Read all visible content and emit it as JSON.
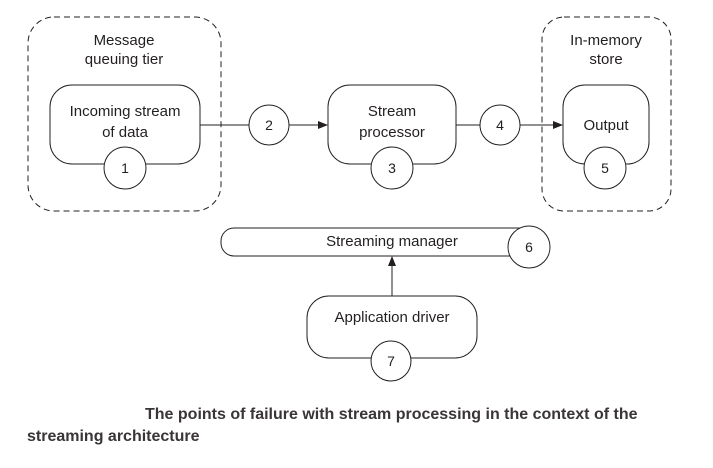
{
  "tiers": {
    "message_queuing": [
      "Message",
      "queuing tier"
    ],
    "in_memory_store": [
      "In-memory",
      "store"
    ]
  },
  "boxes": {
    "incoming_stream": [
      "Incoming stream",
      "of data"
    ],
    "stream_processor": [
      "Stream",
      "processor"
    ],
    "output": "Output",
    "streaming_manager": "Streaming manager",
    "application_driver": "Application driver"
  },
  "failure_points": [
    "1",
    "2",
    "3",
    "4",
    "5",
    "6",
    "7"
  ],
  "caption": "The points of failure with stream processing in the context of the streaming architecture"
}
